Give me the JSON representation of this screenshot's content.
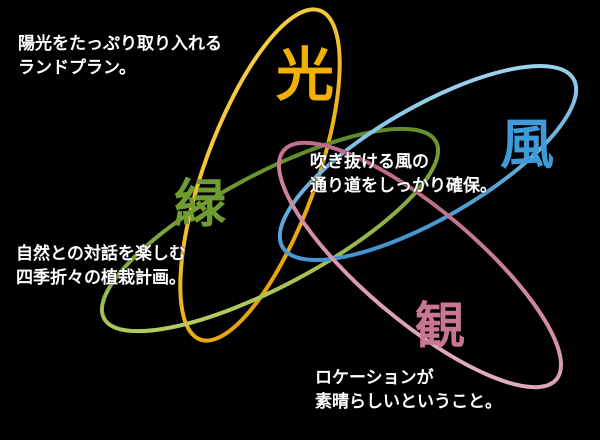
{
  "background_color": "#000000",
  "label_text_color": "#ffffff",
  "petals": [
    {
      "id": "light",
      "kanji": "光",
      "label_line1": "陽光をたっぷり取り入れる",
      "label_line2": "ランドプラン。",
      "color_start": "#e89c00",
      "color_end": "#f7d54e",
      "text_color": "#f2b100"
    },
    {
      "id": "wind",
      "kanji": "風",
      "label_line1": "吹き抜ける風の",
      "label_line2": "通り道をしっかり確保。",
      "color_start": "#2f86c8",
      "color_end": "#aee0f5",
      "text_color": "#3f9bd8"
    },
    {
      "id": "green",
      "kanji": "緑",
      "label_line1": "自然との対話を楽しむ",
      "label_line2": "四季折々の植栽計画。",
      "color_start": "#4f7d1e",
      "color_end": "#c3d96a",
      "text_color": "#6f9c2f"
    },
    {
      "id": "view",
      "kanji": "観",
      "label_line1": "ロケーションが",
      "label_line2": "素晴らしいということ。",
      "color_start": "#b85c7e",
      "color_end": "#e7b9c9",
      "text_color": "#c97693"
    }
  ]
}
